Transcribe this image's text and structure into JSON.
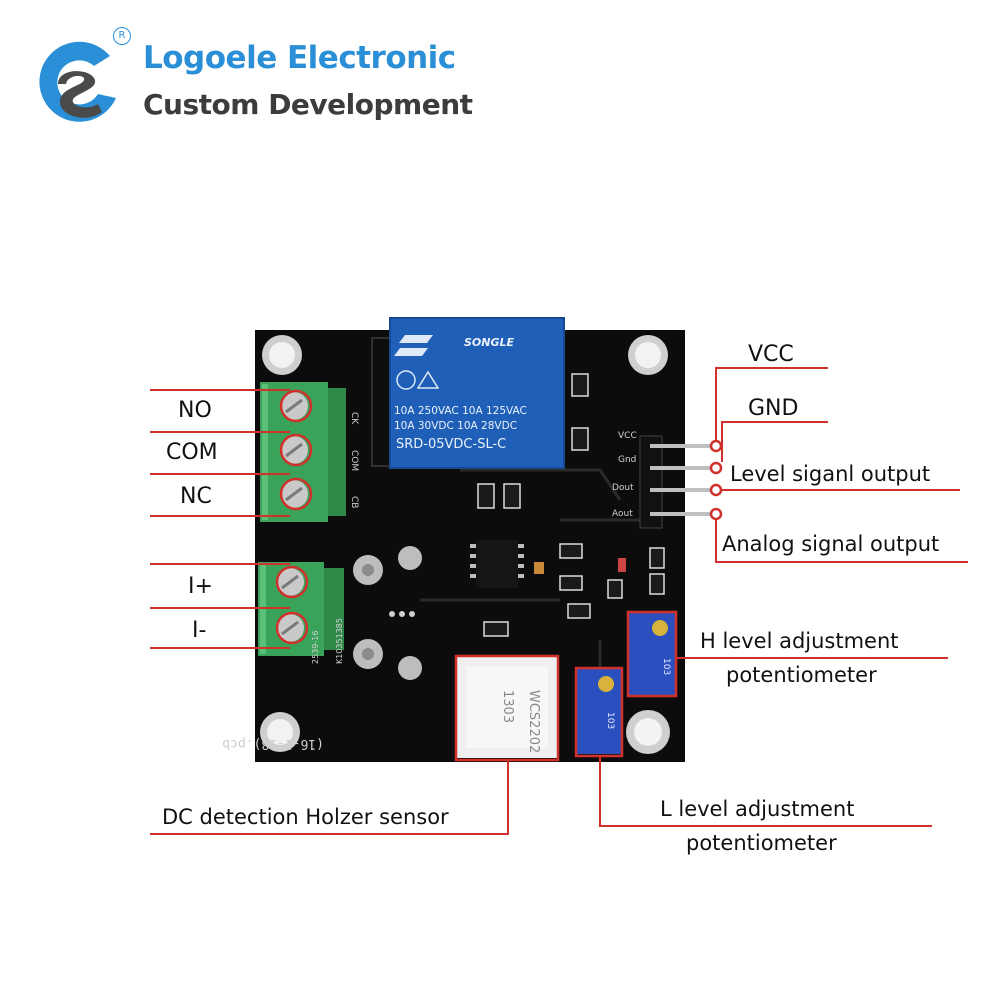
{
  "brand": {
    "name": "Logoele Electronic",
    "tagline": "Custom Development",
    "registered_mark": "R"
  },
  "board": {
    "relay_brand": "SONGLE",
    "relay_rating_1": "10A 250VAC  10A 125VAC",
    "relay_rating_2": "10A  30VDC  10A  28VDC",
    "relay_model": "SRD-05VDC-SL-C",
    "sensor_marking_1": "WCS2202",
    "sensor_marking_2": "1303",
    "pcb_name": "(16-1-18).pcb",
    "pcb_code_1": "2539-16",
    "pcb_code_2": "K10351385",
    "pin_vcc": "VCC",
    "pin_gnd": "Gnd",
    "pin_dout": "Dout",
    "pin_aout": "Aout",
    "term_no": "CK",
    "term_com": "COM",
    "term_nc": "CB",
    "pot_marking": "103"
  },
  "labels": {
    "no": "NO",
    "com": "COM",
    "nc": "NC",
    "i_plus": "I+",
    "i_minus": "I-",
    "vcc": "VCC",
    "gnd": "GND",
    "level_out": "Level siganl output",
    "analog_out": "Analog signal output",
    "h_level_1": "H level adjustment",
    "h_level_2": "potentiometer",
    "l_level_1": "L level adjustment",
    "l_level_2": "potentiometer",
    "sensor": "DC detection Holzer sensor"
  },
  "colors": {
    "brand_blue": "#2a8fd6",
    "brand_gray": "#3c3c3c",
    "callout_red": "#d0312d",
    "pcb_black": "#0c0c0c",
    "terminal_green": "#3aa35a",
    "relay_blue": "#1f5fb8",
    "pot_blue": "#2b4fbf"
  }
}
